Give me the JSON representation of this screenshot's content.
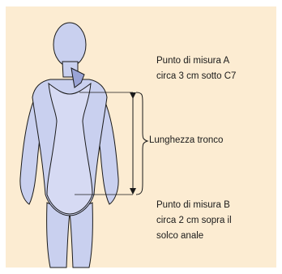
{
  "colors": {
    "background": "#fcecd2",
    "body_fill": "#c9d0ef",
    "garment_fill": "#d6daf3",
    "outline": "#1a1a1a"
  },
  "labels": {
    "point_a": [
      "Punto di misura A",
      "circa 3 cm sotto C7"
    ],
    "trunk_length": "Lunghezza tronco",
    "point_b": [
      "Punto di misura B",
      "circa 2 cm sopra il",
      "solco anale"
    ]
  }
}
